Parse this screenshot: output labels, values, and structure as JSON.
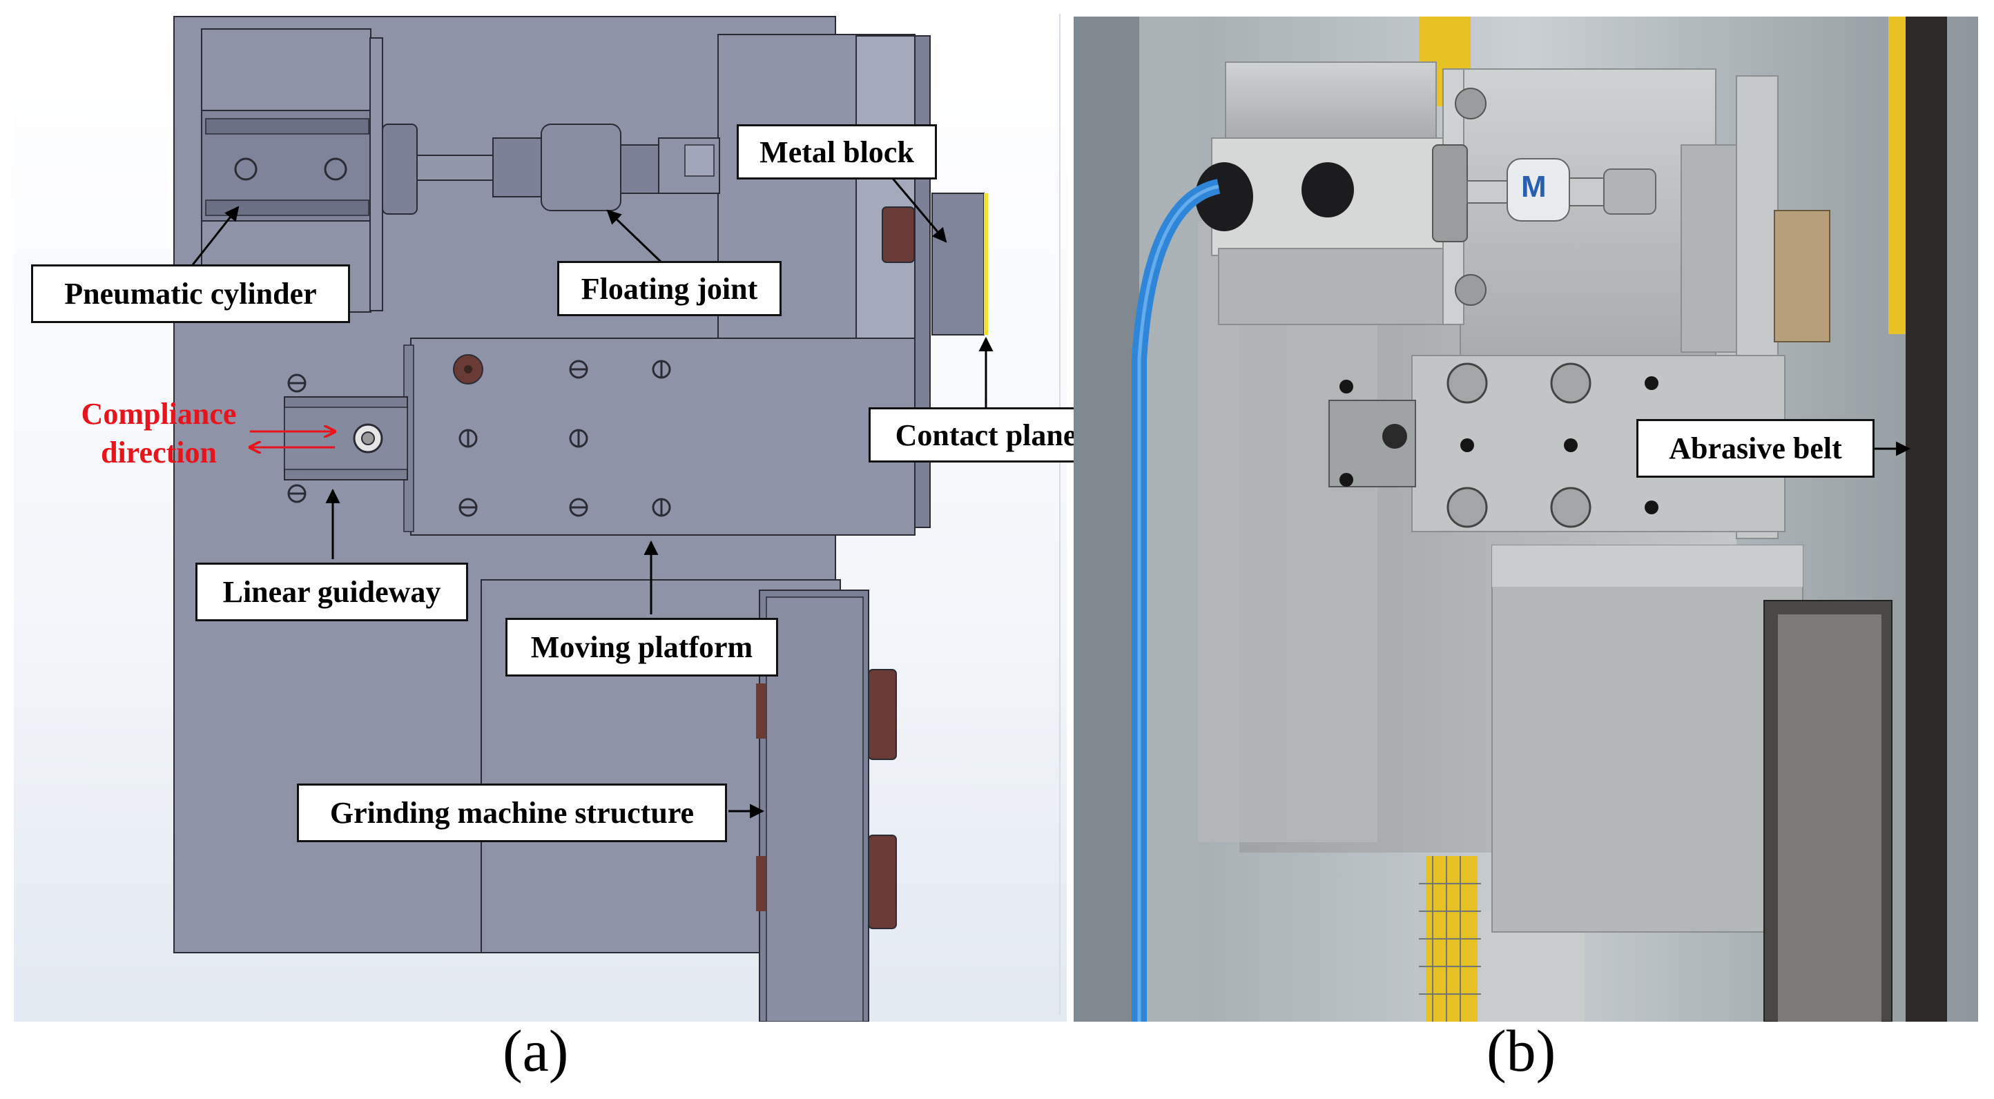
{
  "panel_a": {
    "caption": "(a)",
    "labels": {
      "pneumatic_cylinder": "Pneumatic cylinder",
      "floating_joint": "Floating joint",
      "metal_block": "Metal block",
      "contact_plane": "Contact plane",
      "linear_guideway": "Linear guideway",
      "moving_platform": "Moving platform",
      "grinding_machine_structure": "Grinding machine structure",
      "compliance_direction_line1": "Compliance",
      "compliance_direction_line2": "direction"
    },
    "colors": {
      "body": "#8e93a8",
      "outline": "#2b2b35",
      "accent_red": "#e8141c",
      "contact_face": "#f2e02a",
      "bolt_head": "#6a3b35"
    }
  },
  "panel_b": {
    "caption": "(b)",
    "labels": {
      "abrasive_belt": "Abrasive belt"
    },
    "colors": {
      "tube": "#2f86d9",
      "aluminum": "#b9bcbd",
      "belt": "#2c2a29",
      "yellow_guard": "#e7c224"
    }
  }
}
